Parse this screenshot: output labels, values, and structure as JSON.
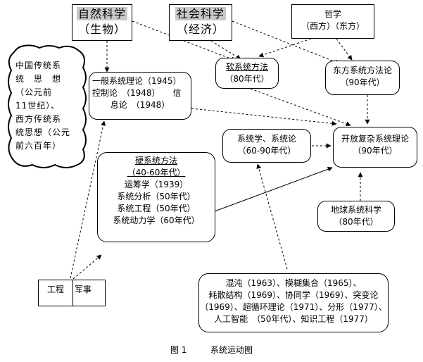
{
  "nodes": {
    "natural_science": {
      "label": "自然科学",
      "sub": "（生物）"
    },
    "social_science": {
      "label": "社会科学",
      "sub": "（经济）"
    },
    "philosophy": {
      "label": "哲学",
      "sub": "（西方）（东方）"
    },
    "chinese_western": {
      "lines": [
        "中国传统系",
        "统　思　想",
        "（公元前",
        "11世纪）、",
        "西方传统系",
        "统思想（公元",
        "前六百年）"
      ]
    },
    "general_theory": {
      "lines": [
        "一般系统理论（1945）",
        "控制论　（1948）　　信",
        "息论　（1948）"
      ]
    },
    "soft_methods": {
      "label": "软系统方法",
      "sub": "（80年代）"
    },
    "eastern_methods": {
      "label": "东方系统方法论",
      "sub": "（90年代）"
    },
    "systematics": {
      "label": "系统学、系统论",
      "sub": "（60-90年代）"
    },
    "open_complex": {
      "label": "开放复杂系统理论",
      "sub": "（90年代）"
    },
    "hard_methods": {
      "label": "硬系统方法",
      "sub": "（40-60年代）",
      "items": [
        "运筹学（1939）",
        "系统分析（50年代）",
        "系统工程（50年代）",
        "系统动力学（60年代）"
      ]
    },
    "earth_science": {
      "label": "地球系统科学",
      "sub": "（80年代）"
    },
    "chaos": {
      "lines": [
        "混沌（1963）、模糊集合（1965）、",
        "耗散结构（1969）、协同学（1969）、突变论",
        "（1969）、超循环理论（1971）、分形（1977）、",
        "人工智能　（50年代）、知识工程（1977）"
      ]
    },
    "engineering_military": {
      "left": "工程",
      "right": "军事"
    }
  },
  "caption": {
    "figure": "图 1",
    "title": "系统运动图"
  }
}
